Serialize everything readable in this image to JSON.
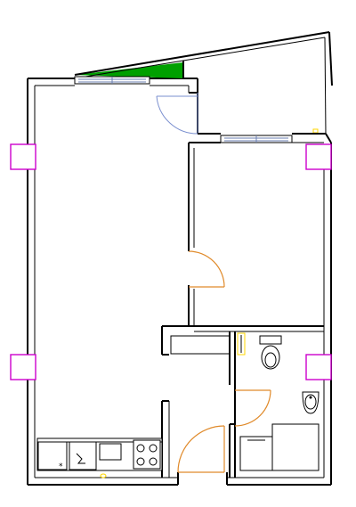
{
  "plan": {
    "rooms": [
      "main-room",
      "bedroom",
      "balcony",
      "bathroom",
      "hallway",
      "kitchen-strip"
    ],
    "openings": {
      "windows": 2,
      "doors": 4
    },
    "colors": {
      "walls": "#000000",
      "windows": "#6b7fb0",
      "door_swing_blue": "#7a8fcf",
      "door_swing_orange": "#e08a2a",
      "balcony_fill": "#00a000",
      "column_markers": "#cc00cc",
      "accent_yellow": "#ffd700"
    },
    "fixtures": [
      "refrigerator",
      "sink",
      "stove-4-burner",
      "toilet",
      "washbasin",
      "bathtub",
      "washer",
      "wardrobe"
    ]
  }
}
